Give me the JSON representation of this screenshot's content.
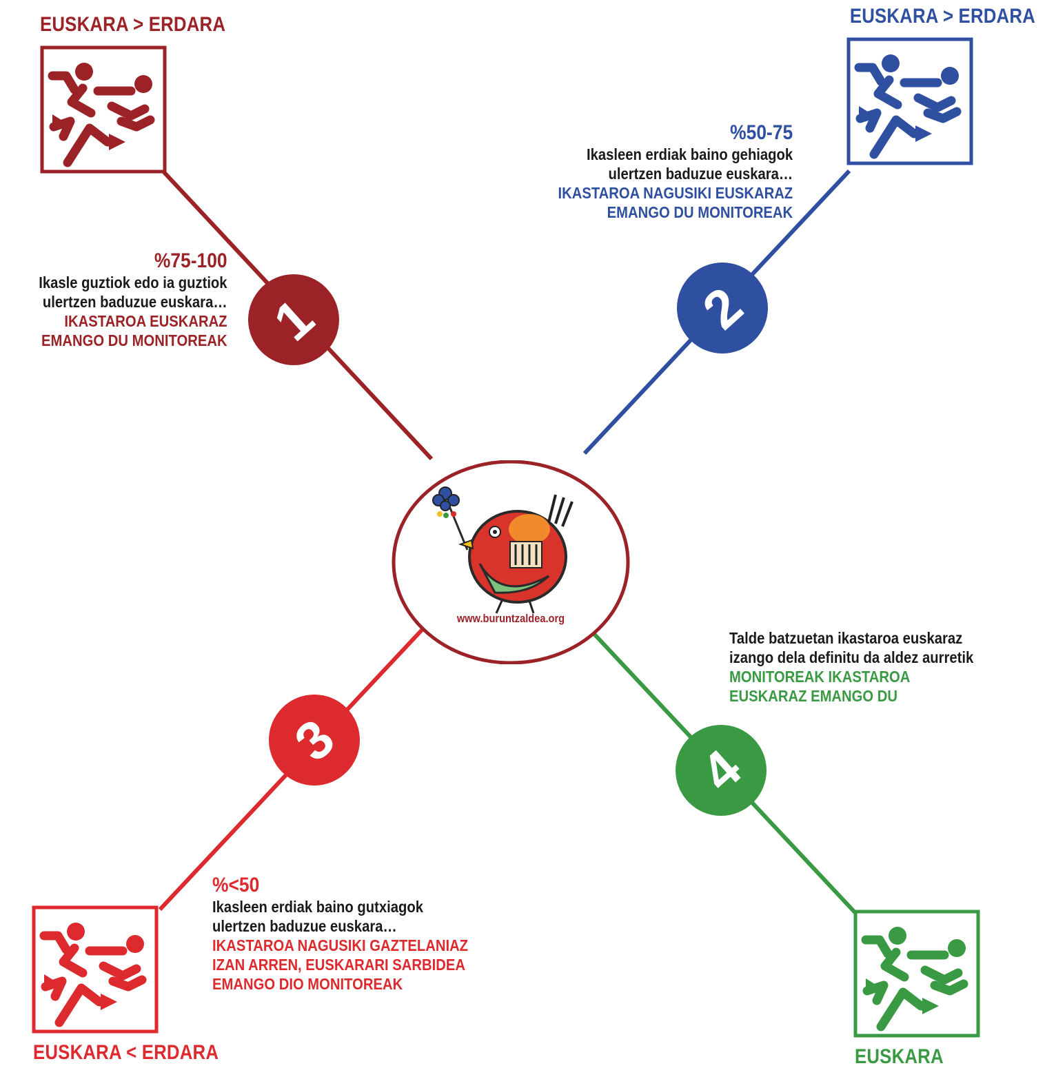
{
  "colors": {
    "option1": "#9b2327",
    "option2": "#2f4fa0",
    "option3": "#dd2a2e",
    "option4": "#3a9a43",
    "text": "#1a1a1a"
  },
  "center": {
    "logo_icon": "bird-logo-icon",
    "url": "www.buruntzaldea.org"
  },
  "options": [
    {
      "number": "1",
      "language_label": "EUSKARA > ERDARA",
      "percentage": "%75-100",
      "description_lines": [
        "Ikasle guztiok edo ia guztiok",
        "ulertzen baduzue euskara…"
      ],
      "outcome_lines": [
        "IKASTAROA EUSKARAZ",
        "EMANGO DU MONITOREAK"
      ],
      "icon": "runners-pictogram-icon"
    },
    {
      "number": "2",
      "language_label": "EUSKARA > ERDARA",
      "percentage": "%50-75",
      "description_lines": [
        "Ikasleen erdiak baino gehiagok",
        "ulertzen baduzue euskara…"
      ],
      "outcome_lines": [
        "IKASTAROA NAGUSIKI EUSKARAZ",
        "EMANGO DU MONITOREAK"
      ],
      "icon": "runners-pictogram-icon"
    },
    {
      "number": "3",
      "language_label": "EUSKARA < ERDARA",
      "percentage": "%<50",
      "description_lines": [
        "Ikasleen erdiak baino gutxiagok",
        "ulertzen baduzue euskara…"
      ],
      "outcome_lines": [
        "IKASTAROA NAGUSIKI GAZTELANIAZ",
        "IZAN ARREN, EUSKARARI SARBIDEA",
        "EMANGO DIO MONITOREAK"
      ],
      "icon": "runners-pictogram-icon"
    },
    {
      "number": "4",
      "language_label": "EUSKARA",
      "description_lines": [
        "Talde batzuetan ikastaroa euskaraz",
        "izango dela definitu da aldez aurretik"
      ],
      "outcome_lines": [
        "MONITOREAK IKASTAROA",
        "EUSKARAZ EMANGO DU"
      ],
      "icon": "runners-pictogram-icon"
    }
  ]
}
